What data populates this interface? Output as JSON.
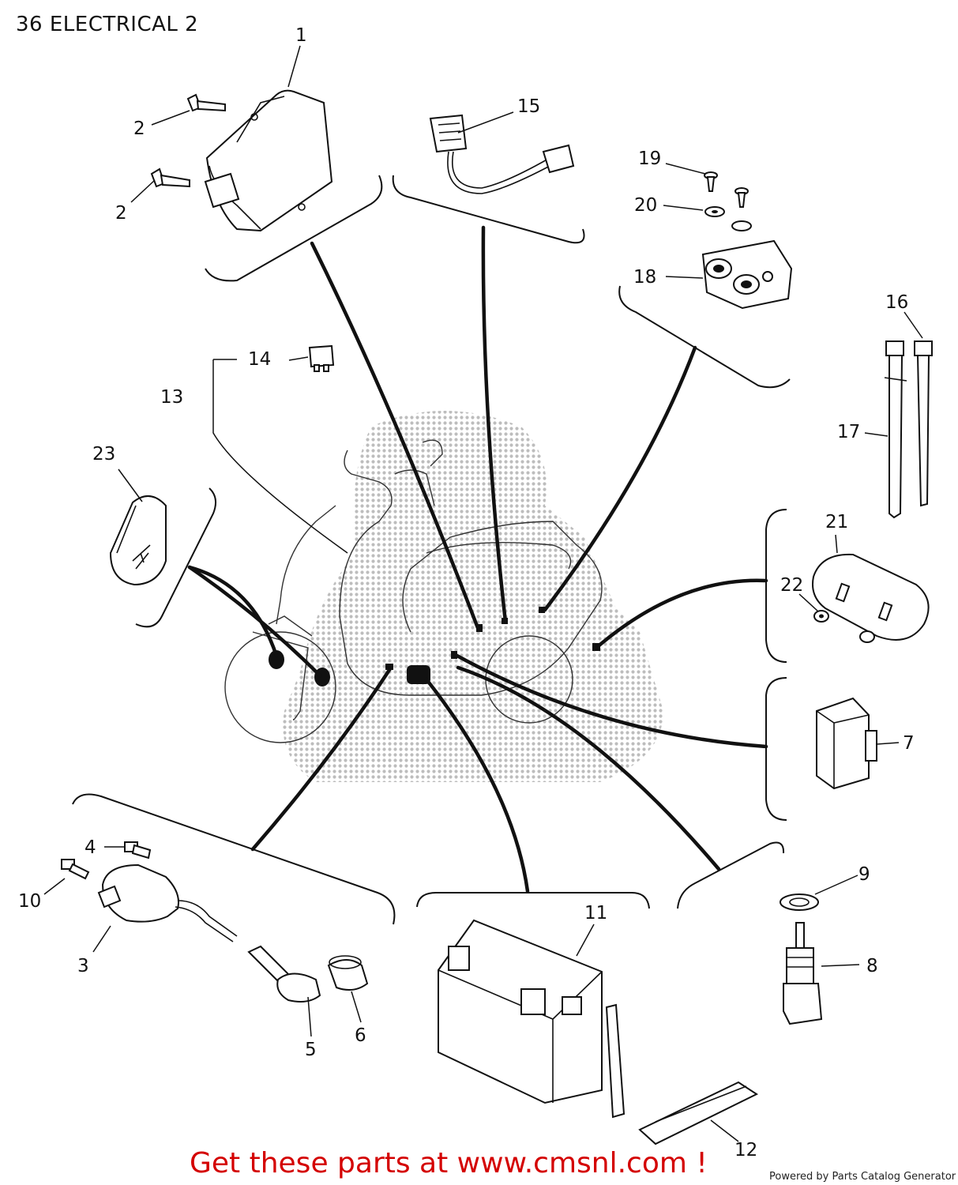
{
  "title": "36 ELECTRICAL 2",
  "footer": {
    "link_text": "Get these parts at www.cmsnl.com !",
    "powered_by": "Powered by Parts Catalog Generator"
  },
  "colors": {
    "link": "#d40000",
    "line": "#111111",
    "watermark": "#bfbfbf"
  },
  "callouts": [
    "1",
    "2",
    "2",
    "3",
    "4",
    "5",
    "6",
    "7",
    "8",
    "9",
    "10",
    "11",
    "12",
    "13",
    "14",
    "15",
    "16",
    "17",
    "18",
    "19",
    "20",
    "21",
    "22",
    "23"
  ]
}
